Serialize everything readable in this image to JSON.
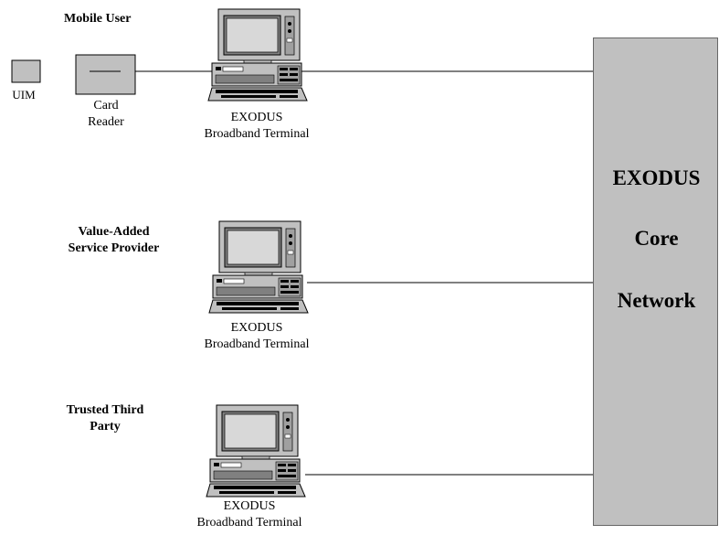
{
  "nodes": {
    "mobile_user": {
      "group_label": "Mobile User",
      "terminal_line1": "EXODUS",
      "terminal_line2": "Broadband Terminal"
    },
    "vasp": {
      "group_label_line1": "Value-Added",
      "group_label_line2": "Service Provider",
      "terminal_line1": "EXODUS",
      "terminal_line2": "Broadband Terminal"
    },
    "ttp": {
      "group_label_line1": "Trusted Third",
      "group_label_line2": "Party",
      "terminal_line1": "EXODUS",
      "terminal_line2": "Broadband Terminal"
    }
  },
  "uim": {
    "label": "UIM"
  },
  "card_reader": {
    "label_line1": "Card",
    "label_line2": "Reader"
  },
  "core_network": {
    "line1": "EXODUS",
    "line2": "Core",
    "line3": "Network"
  },
  "colors": {
    "device_fill": "#c0c0c0",
    "screen_fill": "#808080",
    "line": "#000000"
  }
}
